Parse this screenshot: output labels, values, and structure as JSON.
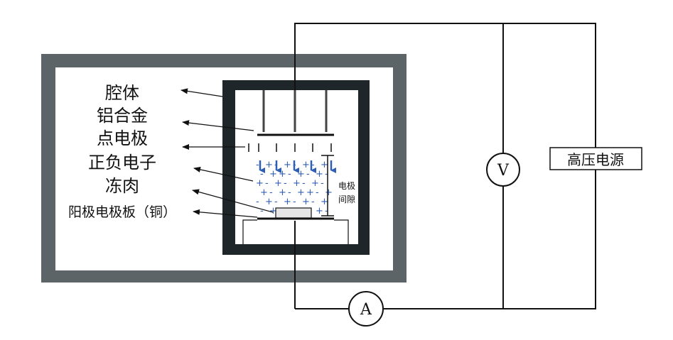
{
  "labels": {
    "chamber": "腔体",
    "alloy": "铝合金",
    "point_electrode": "点电极",
    "charges": "正负电子",
    "meat": "冻肉",
    "anode_plate": "阳极电极板（铜）"
  },
  "gap_label_line1": "电极",
  "gap_label_line2": "间隙",
  "power_supply": "高压电源",
  "voltmeter_symbol": "V",
  "ammeter_symbol": "A",
  "colors": {
    "outer_box": "#5d6468",
    "inner_box": "#1e2629",
    "charge": "#2f5fb5",
    "wire": "#111111"
  },
  "charges": [
    "-",
    "+",
    "-",
    "+",
    "-",
    "+",
    "-",
    "+",
    "-",
    "+",
    "+",
    "-",
    "+",
    "-",
    "+",
    "-",
    "+",
    "-",
    "+",
    "-",
    "+",
    "-",
    "+",
    "-",
    "+",
    "-",
    "+",
    "-",
    "+",
    "+",
    "-",
    "+",
    "-",
    "+",
    "-",
    "+",
    "-",
    "+",
    "-",
    "+",
    "-",
    "+",
    "+",
    "-",
    "+",
    "-",
    "+",
    "-"
  ]
}
